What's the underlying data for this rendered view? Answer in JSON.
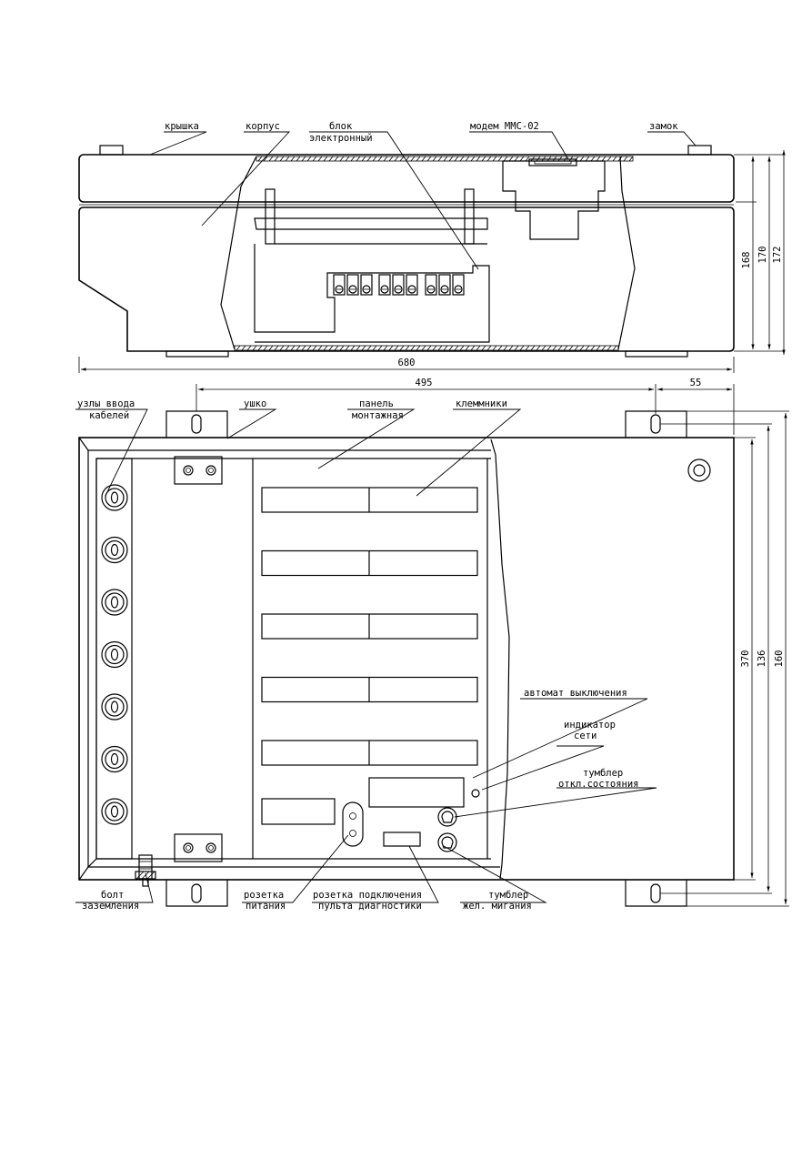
{
  "top_view": {
    "labels": {
      "lid": "крышка",
      "body": "корпус",
      "block_line1": "блок",
      "block_line2": "электронный",
      "modem": "модем ММС-02",
      "lock": "замок"
    },
    "dims": {
      "height_168": "168",
      "height_170": "170",
      "height_172": "172",
      "width_680": "680"
    },
    "terminal_count": 9
  },
  "front_view": {
    "labels": {
      "cable_entry_line1": "узлы ввода",
      "cable_entry_line2": "кабелей",
      "ear": "ушко",
      "panel_line1": "панель",
      "panel_line2": "монтажная",
      "terminals": "клеммники",
      "breaker": "автомат выключения",
      "indicator_line1": "индикатор",
      "indicator_line2": "сети",
      "toggle_off_line1": "тумблер",
      "toggle_off_line2": "откл.состояния",
      "ground_bolt_line1": "болт",
      "ground_bolt_line2": "заземления",
      "power_socket_line1": "розетка",
      "power_socket_line2": "питания",
      "diag_socket_line1": "розетка подключения",
      "diag_socket_line2": "пульта диагностики",
      "toggle_yellow_line1": "тумблер",
      "toggle_yellow_line2": "жел. мигания"
    },
    "dims": {
      "width_495": "495",
      "width_55": "55",
      "height_370": "370",
      "height_136": "136",
      "height_160": "160"
    },
    "cable_gland_count": 7,
    "terminal_rows": 5
  }
}
